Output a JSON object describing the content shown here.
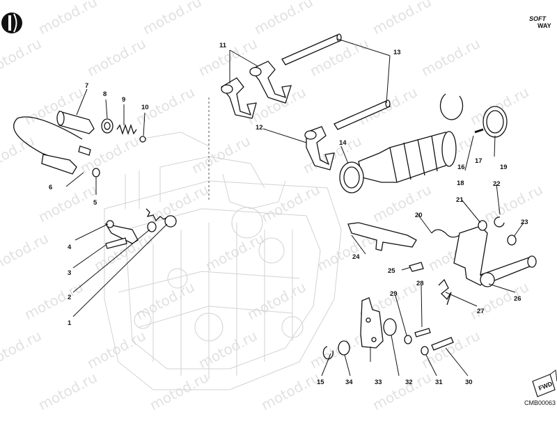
{
  "watermark": "motod.ru",
  "brand": {
    "line1": "SOFT",
    "line2": "WAY"
  },
  "code": "CMB00063",
  "fwd": "FWD",
  "callouts": [
    "1",
    "2",
    "3",
    "4",
    "5",
    "6",
    "7",
    "8",
    "9",
    "10",
    "11",
    "12",
    "13",
    "14",
    "15",
    "16",
    "17",
    "18",
    "19",
    "20",
    "21",
    "22",
    "23",
    "24",
    "25",
    "26",
    "27",
    "28",
    "29",
    "30",
    "31",
    "32",
    "33",
    "34"
  ]
}
